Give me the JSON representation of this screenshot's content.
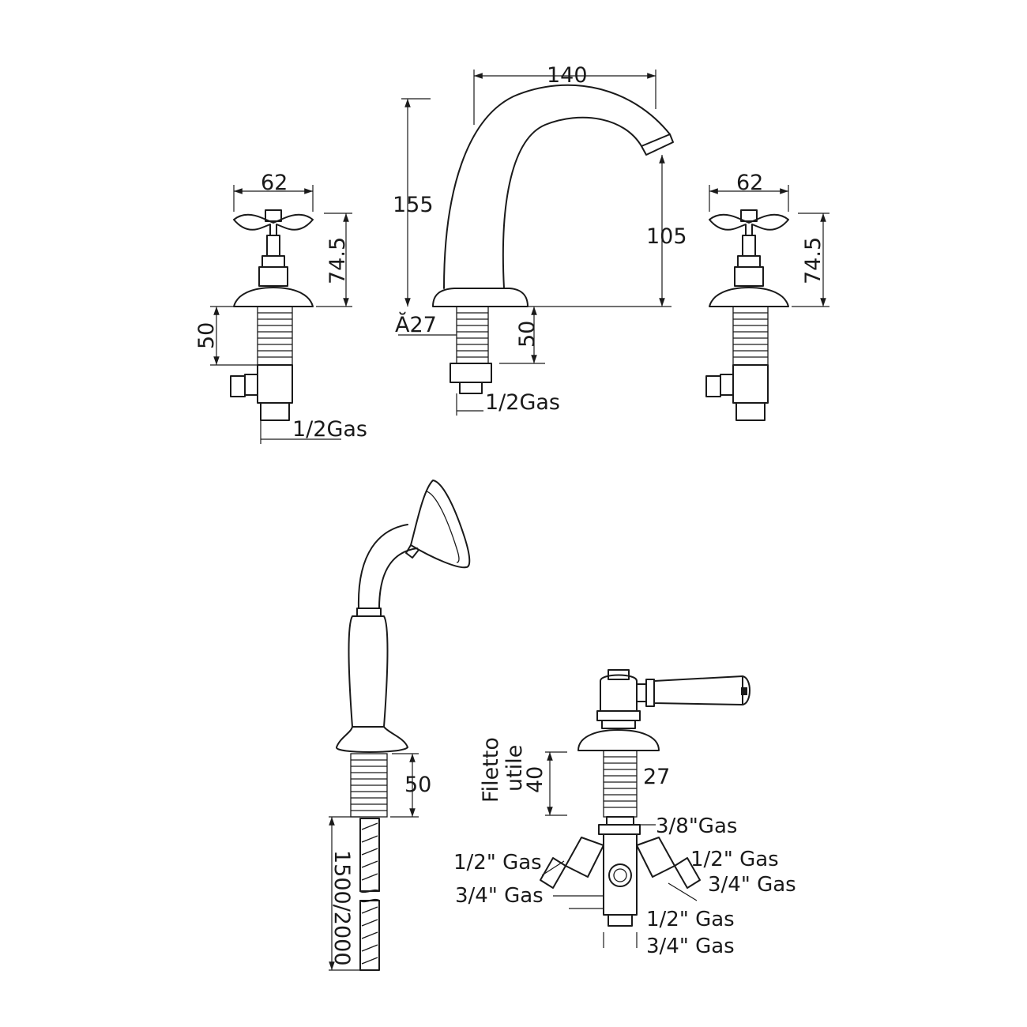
{
  "labels": {
    "spout_width": "140",
    "spout_height": "155",
    "spout_outlet_height": "105",
    "spout_diameter": "Ă27",
    "spout_shank": "50",
    "spout_thread": "1/2Gas",
    "left_valve_width": "62",
    "left_valve_height": "74.5",
    "left_valve_shank": "50",
    "left_valve_thread": "1/2Gas",
    "right_valve_width": "62",
    "right_valve_height": "74.5",
    "hand_shower_shank": "50",
    "hose_length": "1500/2000",
    "diverter_thread_label_1": "Filetto",
    "diverter_thread_label_2": "utile",
    "diverter_thread_value": "40",
    "diverter_shank_diameter": "27",
    "diverter_top_outlet": "3/8\"Gas",
    "diverter_left_outlet_1": "1/2\" Gas",
    "diverter_left_outlet_2": "3/4\" Gas",
    "diverter_right_outlet_1": "1/2\" Gas",
    "diverter_right_outlet_2": "3/4\" Gas",
    "diverter_bottom_outlet_1": "1/2\" Gas",
    "diverter_bottom_outlet_2": "3/4\" Gas"
  }
}
